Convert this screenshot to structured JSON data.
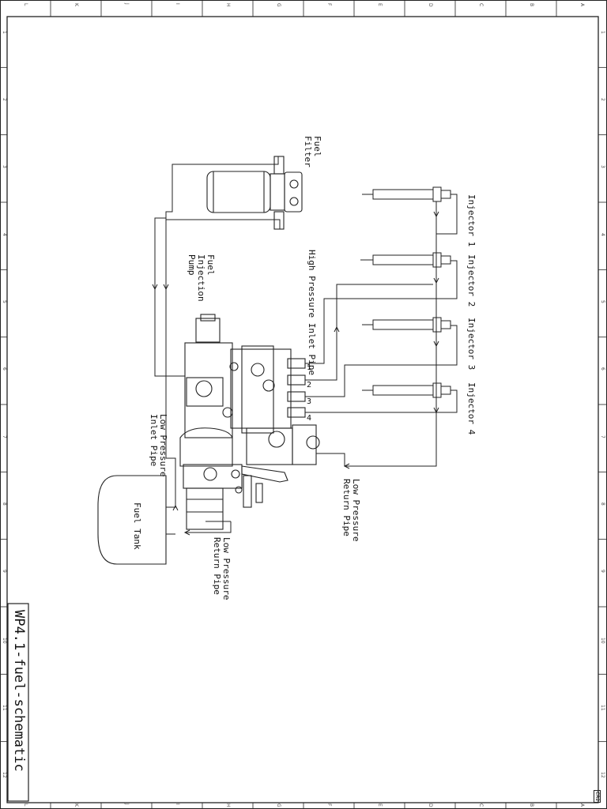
{
  "title": "WP4.1-fuel-schematic",
  "labels": {
    "fuel_filter": "Fuel\nFilter",
    "fuel_injection_pump": "Fuel\nInjection\nPump",
    "high_pressure_inlet_pipe": "High Pressure Inlet Pipe",
    "low_pressure_inlet_pipe": "Low Pressure\nInlet Pipe",
    "low_pressure_return_pipe_right": "Low Pressure\nReturn Pipe",
    "low_pressure_return_pipe_bottom": "Low Pressure\nReturn Pipe",
    "fuel_tank": "Fuel Tank",
    "injector_1": "Injector 1",
    "injector_2": "Injector 2",
    "injector_3": "Injector 3",
    "injector_4": "Injector 4"
  },
  "outlet_numbers": [
    "1",
    "2",
    "3",
    "4"
  ],
  "border": {
    "top_zones": [
      "L",
      "K",
      "J",
      "I",
      "H",
      "G",
      "F",
      "E",
      "D",
      "C",
      "B",
      "A"
    ],
    "side_zones": [
      "1",
      "2",
      "3",
      "4",
      "5",
      "6",
      "7",
      "8",
      "9",
      "10",
      "11",
      "12"
    ]
  },
  "stamp": "CR2"
}
